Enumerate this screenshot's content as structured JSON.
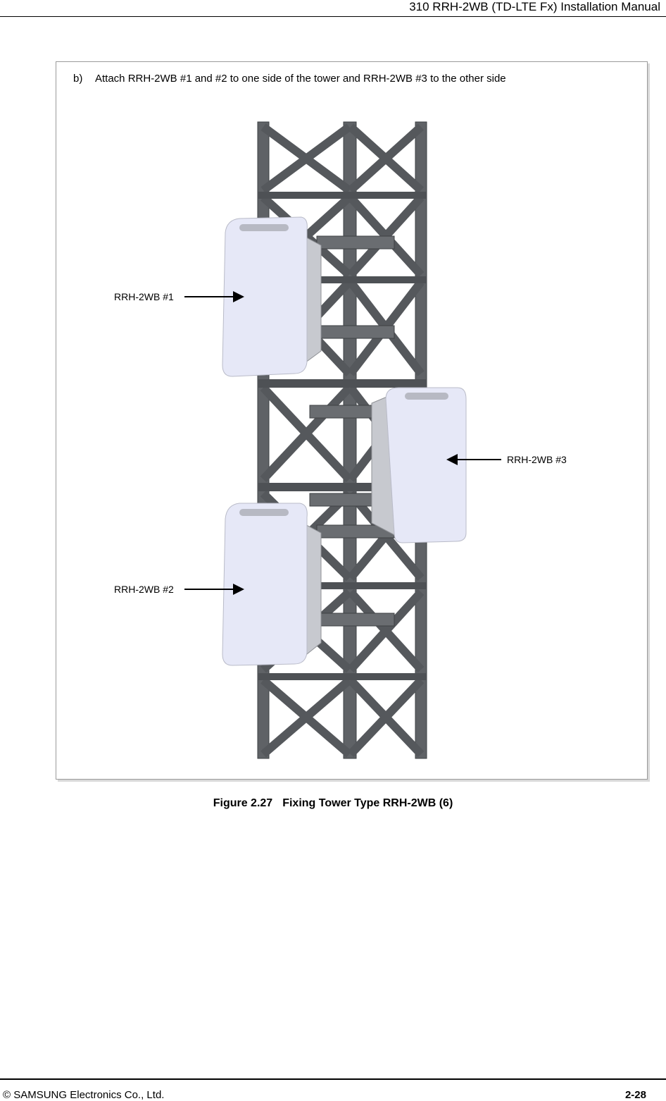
{
  "header": {
    "title": "310 RRH-2WB (TD-LTE Fx) Installation Manual"
  },
  "step": {
    "letter": "b)",
    "text": "Attach RRH-2WB #1 and #2 to one side of the tower and RRH-2WB #3 to the other side"
  },
  "figure": {
    "callouts": {
      "rrh1": "RRH-2WB #1",
      "rrh2": "RRH-2WB #2",
      "rrh3": "RRH-2WB #3"
    },
    "caption_number": "Figure 2.27",
    "caption_title": "Fixing Tower Type RRH-2WB (6)",
    "colors": {
      "tower": "#5f6266",
      "tower_dark": "#45484c",
      "radio_body": "#e6e8f7",
      "radio_side": "#c7c9cf"
    }
  },
  "footer": {
    "copyright": "© SAMSUNG Electronics Co., Ltd.",
    "page": "2-28"
  }
}
